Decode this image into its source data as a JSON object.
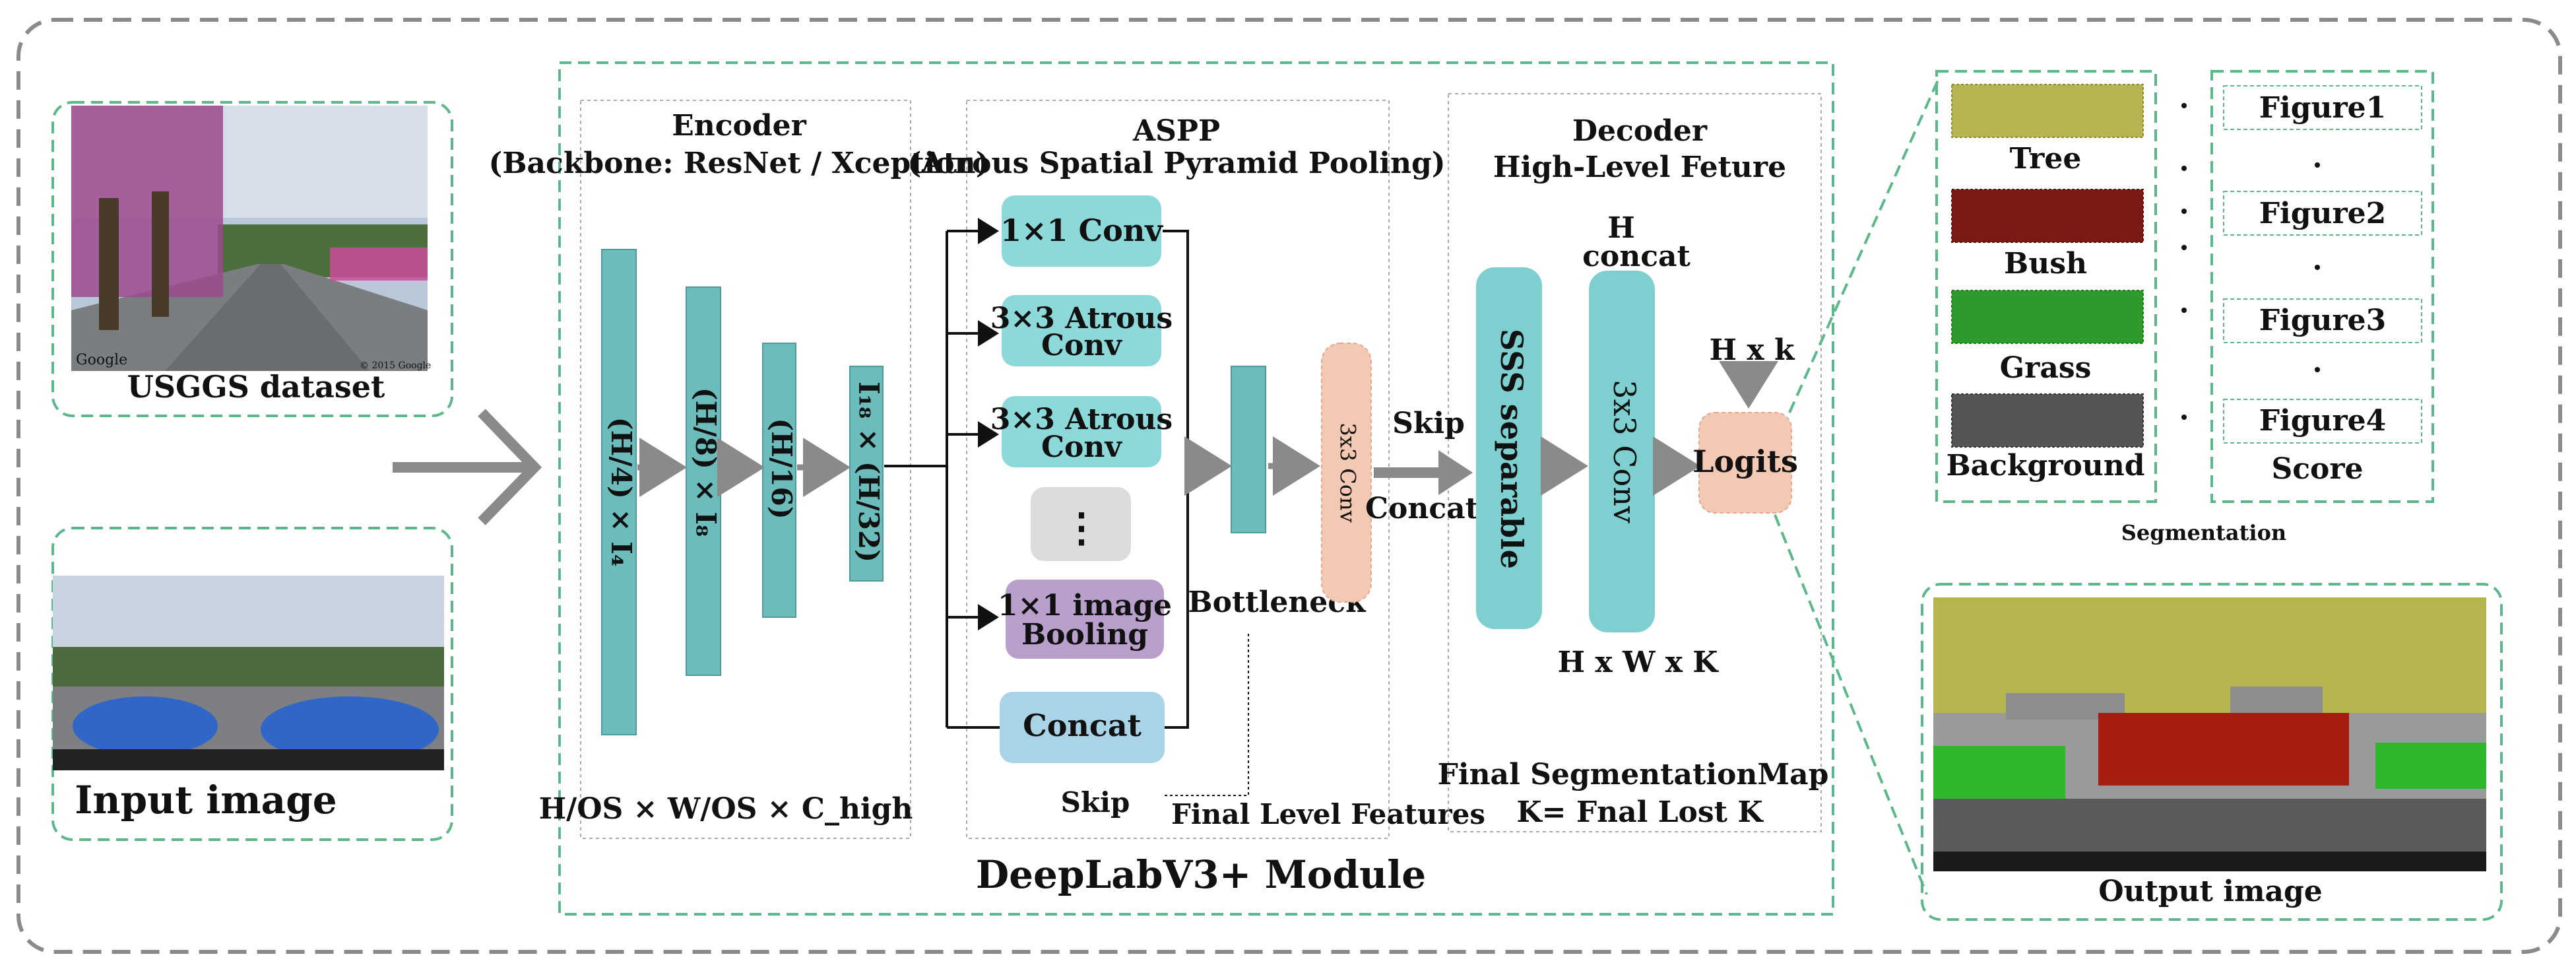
{
  "inputs": {
    "dataset_caption": "USGGS dataset",
    "input_caption": "Input image",
    "google_mark": "Google",
    "copyright_mark": "© 2015 Google"
  },
  "module_title": "DeepLabV3+ Module",
  "encoder": {
    "title_1": "Encoder",
    "title_2": "(Backbone: ResNet / Xception)",
    "bar_1": "(H/4) × I₄",
    "bar_2": "(H/8) × I₈",
    "bar_3": "(H/16)",
    "bar_4": "I₁₈ × (H/32)",
    "footer": "H/OS × W/OS × C_high"
  },
  "aspp": {
    "title_1": "ASPP",
    "title_2": "(Atrous Spatial Pyramid Pooling)",
    "conv1": "1×1 Conv",
    "atrous1_l1": "3×3 Atrous",
    "atrous1_l2": "Conv",
    "atrous2_l1": "3×3 Atrous",
    "atrous2_l2": "Conv",
    "dots": "⋮",
    "pool_l1": "1×1 image",
    "pool_l2": "Booling",
    "concat": "Concat",
    "bottleneck": "Bottleneck",
    "conv3x3": "3x3 Conv",
    "skip_bottom": "Skip",
    "final_level": "Final Level Features"
  },
  "decoder": {
    "title_1": "Decoder",
    "title_2": "High-Level Feture",
    "skip": "Skip",
    "concat": "Concat",
    "sss": "SSS separable",
    "h_top": "H",
    "concat_top": "concat",
    "conv3x3": "3x3 Conv",
    "hwk": "H x W x K",
    "hk": "H x k",
    "logits": "Logits",
    "final_map": "Final SegmentationMap",
    "k_eq": "K= Fnal Lost K"
  },
  "legend": {
    "classes": [
      {
        "name": "Tree",
        "color": "#b5b551"
      },
      {
        "name": "Bush",
        "color": "#7a1a14"
      },
      {
        "name": "Grass",
        "color": "#2f9a2c"
      },
      {
        "name": "Background",
        "color": "#555555"
      }
    ],
    "figures": [
      "Figure1",
      "Figure2",
      "Figure3",
      "Figure4"
    ],
    "score": "Score",
    "segmentation": "Segmentation",
    "output_caption": "Output image"
  },
  "colors": {
    "teal": "#7ecfcf",
    "teal_bar": "#6dbcbc",
    "aspp_box": "#8dd8d8",
    "purple": "#b9a0cc",
    "concat_blue": "#a9d3e6",
    "peach": "#f4c9b4",
    "dashed_green": "#5cb88a",
    "arrow_gray": "#8a8a8a"
  }
}
